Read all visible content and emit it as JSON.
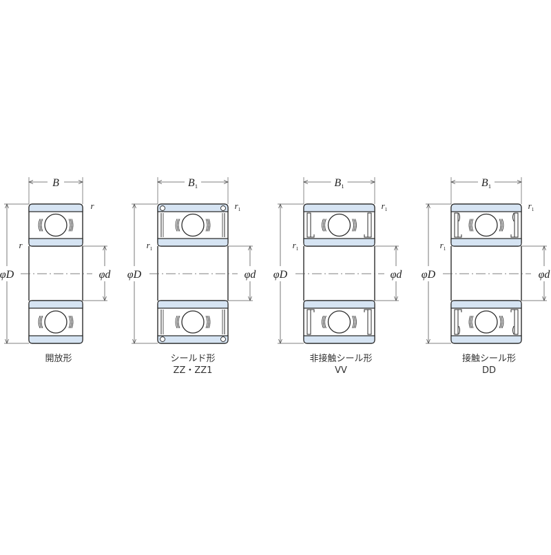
{
  "figure": {
    "title": "Deep groove ball bearing types",
    "colors": {
      "ring_fill": "#d6e4f3",
      "outline": "#2a2a2a",
      "dimension_line": "#555555",
      "background": "#ffffff"
    },
    "bearings": [
      {
        "type": "open",
        "caption_line1": "開放形",
        "caption_line2": "",
        "width_label": "B",
        "width_sub": "",
        "outer_dia_label": "φD",
        "inner_dia_label": "φd",
        "corner_label_outer": "r",
        "corner_label_inner": "r",
        "corner_sub": ""
      },
      {
        "type": "shield",
        "caption_line1": "シールド形",
        "caption_line2": "ZZ・ZZ1",
        "width_label": "B",
        "width_sub": "1",
        "outer_dia_label": "φD",
        "inner_dia_label": "φd",
        "corner_label_outer": "r",
        "corner_label_inner": "r",
        "corner_sub": "1"
      },
      {
        "type": "non-contact-seal",
        "caption_line1": "非接触シール形",
        "caption_line2": "VV",
        "width_label": "B",
        "width_sub": "1",
        "outer_dia_label": "φD",
        "inner_dia_label": "φd",
        "corner_label_outer": "r",
        "corner_label_inner": "r",
        "corner_sub": "1"
      },
      {
        "type": "contact-seal",
        "caption_line1": "接触シール形",
        "caption_line2": "DD",
        "width_label": "B",
        "width_sub": "1",
        "outer_dia_label": "φD",
        "inner_dia_label": "φd",
        "corner_label_outer": "r",
        "corner_label_inner": "r",
        "corner_sub": "1"
      }
    ]
  }
}
